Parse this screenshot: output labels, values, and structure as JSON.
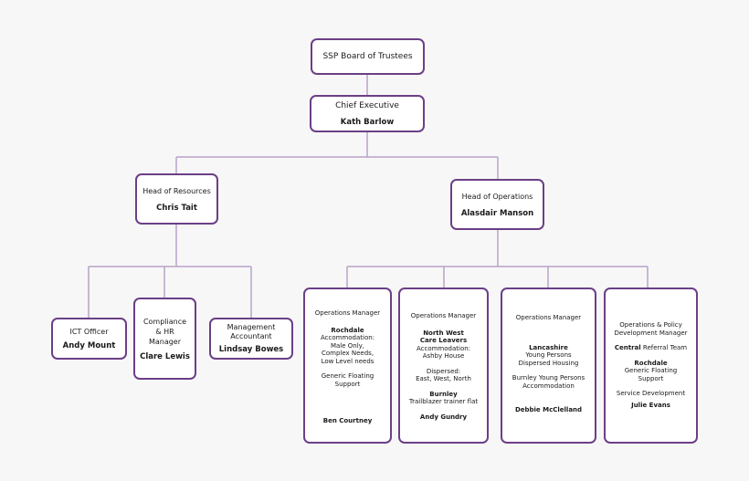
{
  "board": {
    "title": "SSP Board of Trustees"
  },
  "ceo": {
    "title": "Chief Executive",
    "name": "Kath Barlow"
  },
  "resources": {
    "title": "Head of Resources",
    "name": "Chris Tait"
  },
  "operations": {
    "title": "Head of Operations",
    "name": "Alasdair Manson"
  },
  "ict": {
    "title": "ICT Officer",
    "name": "Andy Mount"
  },
  "compliance": {
    "title_1": "Compliance",
    "title_2": "& HR",
    "title_3": "Manager",
    "name": "Clare Lewis"
  },
  "accountant": {
    "title_1": "Management",
    "title_2": "Accountant",
    "name": "Lindsay Bowes"
  },
  "ops1": {
    "title": "Operations Manager",
    "place": "Rochdale",
    "l1": "Accommodation:",
    "l2": "Male Only,",
    "l3": "Complex Needs,",
    "l4": "Low Level needs",
    "l5": "Generic Floating",
    "l6": "Support",
    "name": "Ben Courtney"
  },
  "ops2": {
    "title": "Operations Manager",
    "place_1": "North West",
    "place_2": "Care Leavers",
    "l1": "Accommodation:",
    "l2": "Ashby House",
    "l3": "Dispersed:",
    "l4": "East, West, North",
    "place_3": "Burnley",
    "l5": "Trailblazer trainer flat",
    "name": "Andy Gundry"
  },
  "ops3": {
    "title": "Operations Manager",
    "place": "Lancashire",
    "l1": "Young Persons",
    "l2": "Dispersed Housing",
    "l3": "Burnley Young Persons",
    "l4": "Accommodation",
    "name": "Debbie McClelland"
  },
  "ops4": {
    "title_1": "Operations & Policy",
    "title_2": "Development Manager",
    "central_bold": "Central",
    "central_rest": " Referral Team",
    "place": "Rochdale",
    "l1": "Generic Floating",
    "l2": "Support",
    "l3": "Service Development",
    "name": "Julie Evans"
  }
}
